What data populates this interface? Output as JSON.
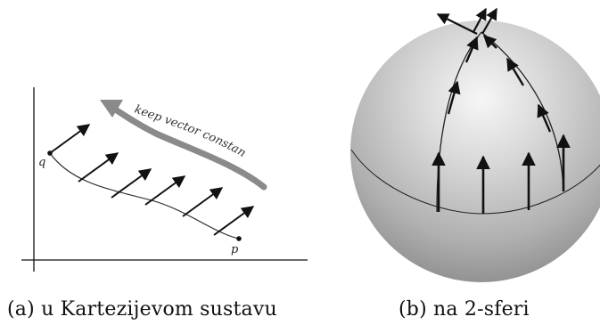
{
  "panel_a": {
    "caption": "(a) u Kartezijevom sustavu",
    "point_start": "p",
    "point_end": "q",
    "arrow_text": "keep vector constant"
  },
  "panel_b": {
    "caption": "(b) na 2-sferi"
  },
  "colors": {
    "ink": "#111111",
    "gray_arrow": "#8a8a8a",
    "sphere_light": "#f4f4f4",
    "sphere_dark": "#8f8f8f"
  }
}
